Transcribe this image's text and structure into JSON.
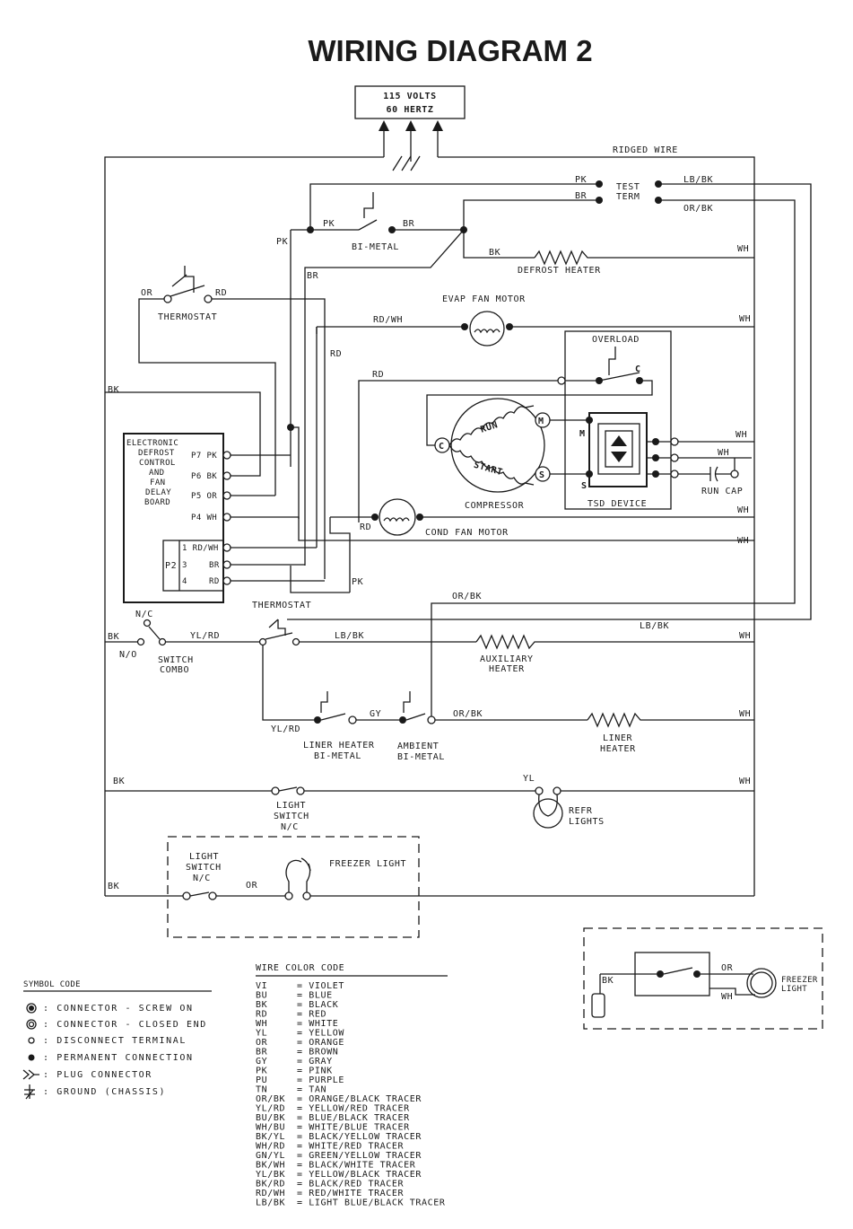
{
  "title": "WIRING DIAGRAM 2",
  "power": {
    "line1": "115 VOLTS",
    "line2": "60 HERTZ"
  },
  "wires": {
    "ridged_wire": "RIDGED WIRE",
    "pk": "PK",
    "br": "BR",
    "bk": "BK",
    "wh": "WH",
    "or": "OR",
    "rd": "RD",
    "rd_wh": "RD/WH",
    "lb_bk": "LB/BK",
    "or_bk": "OR/BK",
    "yl_rd": "YL/RD",
    "gy": "GY",
    "yl": "YL"
  },
  "components": {
    "test_term_line1": "TEST",
    "test_term_line2": "TERM",
    "bi_metal": "BI-METAL",
    "defrost_heater": "DEFROST HEATER",
    "thermostat": "THERMOSTAT",
    "evap_fan_motor": "EVAP FAN MOTOR",
    "overload": "OVERLOAD",
    "c": "C",
    "run": "RUN",
    "start": "START",
    "m": "M",
    "s": "S",
    "compressor": "COMPRESSOR",
    "tsd_device": "TSD DEVICE",
    "run_cap": "RUN CAP",
    "cond_fan_motor": "COND FAN MOTOR",
    "thermostat_2": "THERMOSTAT",
    "nc": "N/C",
    "no": "N/O",
    "switch_combo_line1": "SWITCH",
    "switch_combo_line2": "COMBO",
    "auxiliary_heater_line1": "AUXILIARY",
    "auxiliary_heater_line2": "HEATER",
    "liner_heater_bimetal_line1": "LINER HEATER",
    "liner_heater_bimetal_line2": "BI-METAL",
    "ambient_bimetal_line1": "AMBIENT",
    "ambient_bimetal_line2": "BI-METAL",
    "liner_heater_line1": "LINER",
    "liner_heater_line2": "HEATER",
    "light_switch_line1": "LIGHT",
    "light_switch_line2": "SWITCH",
    "light_switch_line3": "N/C",
    "refr_lights_line1": "REFR",
    "refr_lights_line2": "LIGHTS",
    "freezer_light": "FREEZER LIGHT",
    "freezer_light_line1": "FREEZER",
    "freezer_light_line2": "LIGHT"
  },
  "board": {
    "lines": [
      "ELECTRONIC",
      "DEFROST",
      "CONTROL",
      "AND",
      "FAN",
      "DELAY",
      "BOARD"
    ],
    "pins": [
      "P7 PK",
      "P6 BK",
      "P5 OR",
      "P4 WH"
    ],
    "p2": "P2",
    "p2_pins": [
      "1 RD/WH",
      "3",
      "4"
    ],
    "p2_wires": [
      "BR",
      "RD"
    ]
  },
  "symbol_code": {
    "title": "SYMBOL CODE",
    "items": [
      ": CONNECTOR - SCREW ON",
      ": CONNECTOR - CLOSED END",
      ": DISCONNECT TERMINAL",
      ": PERMANENT CONNECTION",
      ": PLUG CONNECTOR",
      ": GROUND (CHASSIS)"
    ]
  },
  "wire_color_code": {
    "title": "WIRE COLOR CODE",
    "entries": [
      [
        "VI",
        "VIOLET"
      ],
      [
        "BU",
        "BLUE"
      ],
      [
        "BK",
        "BLACK"
      ],
      [
        "RD",
        "RED"
      ],
      [
        "WH",
        "WHITE"
      ],
      [
        "YL",
        "YELLOW"
      ],
      [
        "OR",
        "ORANGE"
      ],
      [
        "BR",
        "BROWN"
      ],
      [
        "GY",
        "GRAY"
      ],
      [
        "PK",
        "PINK"
      ],
      [
        "PU",
        "PURPLE"
      ],
      [
        "TN",
        "TAN"
      ],
      [
        "OR/BK",
        "ORANGE/BLACK TRACER"
      ],
      [
        "YL/RD",
        "YELLOW/RED TRACER"
      ],
      [
        "BU/BK",
        "BLUE/BLACK TRACER"
      ],
      [
        "WH/BU",
        "WHITE/BLUE TRACER"
      ],
      [
        "BK/YL",
        "BLACK/YELLOW TRACER"
      ],
      [
        "WH/RD",
        "WHITE/RED TRACER"
      ],
      [
        "GN/YL",
        "GREEN/YELLOW TRACER"
      ],
      [
        "BK/WH",
        "BLACK/WHITE TRACER"
      ],
      [
        "YL/BK",
        "YELLOW/BLACK TRACER"
      ],
      [
        "BK/RD",
        "BLACK/RED TRACER"
      ],
      [
        "RD/WH",
        "RED/WHITE TRACER"
      ],
      [
        "LB/BK",
        "LIGHT BLUE/BLACK TRACER"
      ]
    ]
  }
}
